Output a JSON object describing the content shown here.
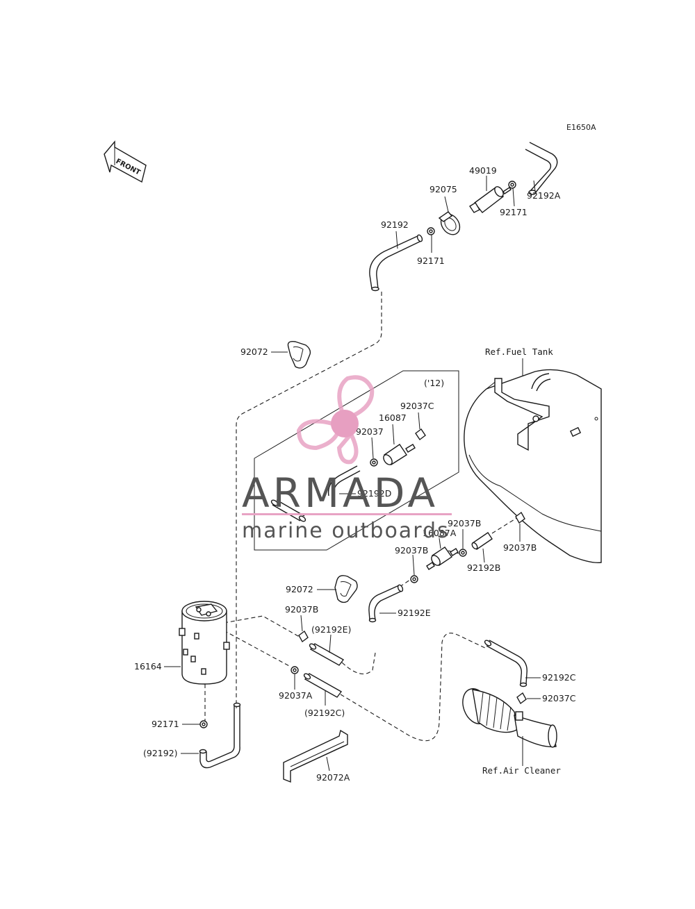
{
  "diagram": {
    "code": "E1650A",
    "front_label": "FRONT",
    "labels": {
      "p49019": "49019",
      "p92075": "92075",
      "p92192A": "92192A",
      "p92171_top": "92171",
      "p92171_mid": "92171",
      "p92192_top": "92192",
      "p92072_top": "92072",
      "ref_fuel_tank": "Ref.Fuel Tank",
      "variant_12": "('12)",
      "p92037C_inset": "92037C",
      "p16087_inset": "16087",
      "p92037_inset": "92037",
      "p92192D": "92192D",
      "p92037B_a": "92037B",
      "p16087A": "16087A",
      "p92037B_b": "92037B",
      "p92037B_c": "92037B",
      "p92192B": "92192B",
      "p92072_mid": "92072",
      "p92192E": "92192E",
      "p92037B_d": "92037B",
      "p92192E_paren": "(92192E)",
      "p16164": "16164",
      "p92037A": "92037A",
      "p92192C_paren": "(92192C)",
      "p92192C": "92192C",
      "p92037C": "92037C",
      "p92171_bottom": "92171",
      "p92192_paren": "(92192)",
      "p92072A": "92072A",
      "ref_air_cleaner": "Ref.Air Cleaner"
    }
  },
  "watermark": {
    "brand": "ARMADA",
    "tagline": "marine outboards",
    "logo_color": "#e8a3c4",
    "hub_color": "#e38fb7"
  }
}
